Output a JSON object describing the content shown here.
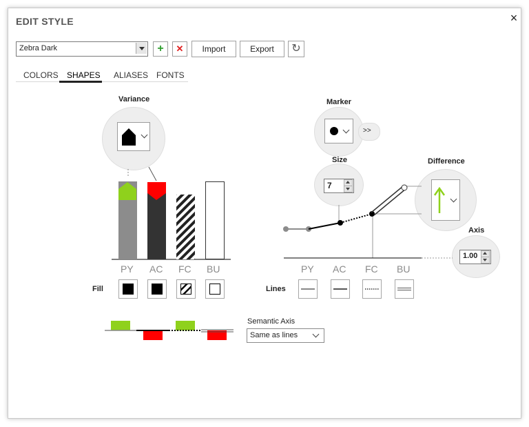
{
  "window": {
    "title": "EDIT STYLE",
    "close_icon": "×"
  },
  "toolbar": {
    "style_value": "Zebra Dark",
    "add_icon": "+",
    "delete_icon": "✕",
    "import_label": "Import",
    "export_label": "Export",
    "reset_icon": "↻",
    "add_color": "#2e9e2e",
    "delete_color": "#e02020"
  },
  "tabs": [
    {
      "label": "COLORS",
      "active": false
    },
    {
      "label": "SHAPES",
      "active": true
    },
    {
      "label": "ALIASES",
      "active": false
    },
    {
      "label": "FONTS",
      "active": false
    }
  ],
  "variance": {
    "title": "Variance"
  },
  "bars": {
    "categories": [
      "PY",
      "AC",
      "FC",
      "BU"
    ],
    "fill_label": "Fill",
    "colors": {
      "py": "#8c8c8c",
      "ac": "#333333",
      "positive": "#8fd11c",
      "negative": "#ff0000"
    }
  },
  "marker": {
    "title": "Marker",
    "more_label": ">>"
  },
  "size": {
    "title": "Size",
    "value": "7"
  },
  "difference": {
    "title": "Difference",
    "arrow_color": "#8fd11c"
  },
  "axis": {
    "title": "Axis",
    "value": "1.00"
  },
  "lines": {
    "categories": [
      "PY",
      "AC",
      "FC",
      "BU"
    ],
    "lines_label": "Lines"
  },
  "semantic_axis": {
    "title": "Semantic Axis",
    "value": "Same as lines"
  }
}
